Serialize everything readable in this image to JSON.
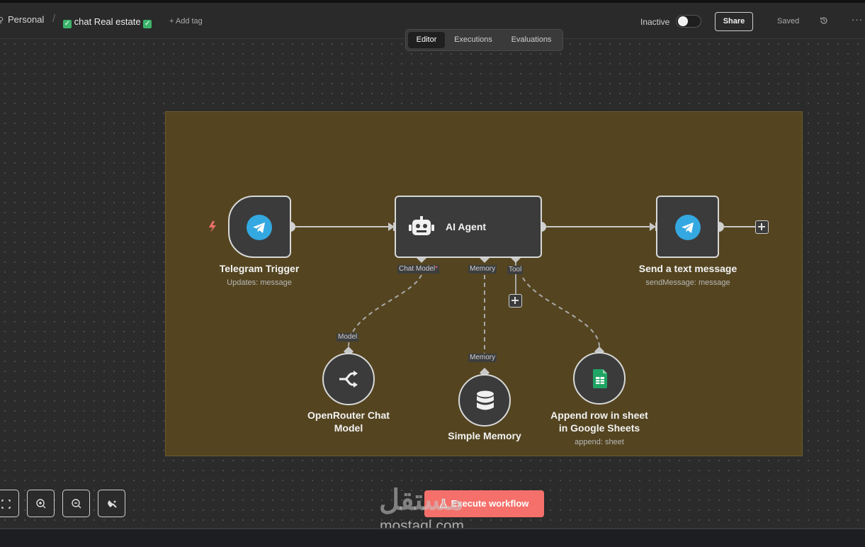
{
  "header": {
    "breadcrumb": "Personal",
    "workflow_name": "chat Real estate",
    "add_tag": "+ Add tag",
    "status_label": "Inactive",
    "share_label": "Share",
    "saved_label": "Saved",
    "more_label": "···"
  },
  "tabs": [
    {
      "label": "Editor",
      "active": true
    },
    {
      "label": "Executions",
      "active": false
    },
    {
      "label": "Evaluations",
      "active": false
    }
  ],
  "nodes": {
    "telegram_trigger": {
      "title": "Telegram Trigger",
      "subtitle": "Updates: message"
    },
    "ai_agent": {
      "title": "AI Agent"
    },
    "send_message": {
      "title": "Send a text message",
      "subtitle": "sendMessage: message"
    },
    "openrouter": {
      "title_line1": "OpenRouter Chat",
      "title_line2": "Model"
    },
    "memory": {
      "title": "Simple Memory"
    },
    "sheets": {
      "title_line1": "Append row in sheet",
      "title_line2": "in Google Sheets",
      "subtitle": "append: sheet"
    }
  },
  "ports": {
    "chat_model": "Chat Model",
    "required_mark": "*",
    "memory": "Memory",
    "tool": "Tool",
    "model_in": "Model",
    "memory_in": "Memory"
  },
  "footer": {
    "execute_label": "Execute workflow"
  },
  "watermark": {
    "logo": "مستقل",
    "text": "mostaql.com"
  },
  "colors": {
    "accent": "#f5706a",
    "telegram": "#34a8e0",
    "sheets": "#1fa463",
    "sticky": "#544520",
    "toggle_on_knob": "#f2f2f2"
  }
}
